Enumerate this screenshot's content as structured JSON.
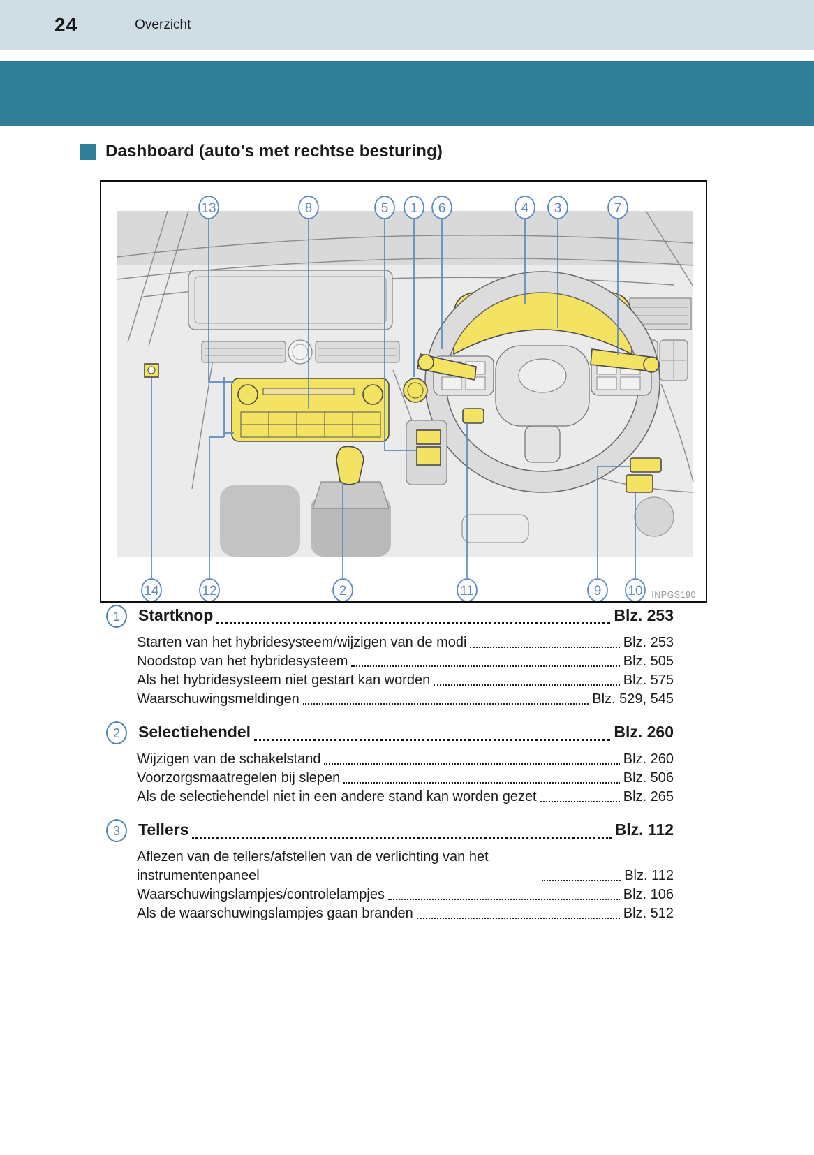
{
  "page": {
    "number": "24",
    "section": "Overzicht"
  },
  "heading": {
    "text": "Dashboard (auto's met rechtse besturing)"
  },
  "diagram": {
    "figure_code": "INPGS190",
    "callouts": [
      "13",
      "8",
      "5",
      "1",
      "6",
      "4",
      "3",
      "7",
      "14",
      "12",
      "2",
      "11",
      "9",
      "10"
    ]
  },
  "toc": [
    {
      "num": "1",
      "title": "Startknop",
      "page": "Blz. 253",
      "subitems": [
        {
          "text": "Starten van het hybridesysteem/wijzigen van de modi",
          "page": "Blz. 253"
        },
        {
          "text": "Noodstop van het hybridesysteem",
          "page": "Blz. 505"
        },
        {
          "text": "Als het hybridesysteem niet gestart kan worden",
          "page": "Blz. 575"
        },
        {
          "text": "Waarschuwingsmeldingen",
          "page": "Blz. 529, 545"
        }
      ]
    },
    {
      "num": "2",
      "title": "Selectiehendel",
      "page": "Blz. 260",
      "subitems": [
        {
          "text": "Wijzigen van de schakelstand",
          "page": "Blz. 260"
        },
        {
          "text": "Voorzorgsmaatregelen bij slepen",
          "page": "Blz. 506"
        },
        {
          "text": "Als de selectiehendel niet in een andere stand kan worden gezet",
          "page": "Blz. 265"
        }
      ]
    },
    {
      "num": "3",
      "title": "Tellers",
      "page": "Blz. 112",
      "subitems": [
        {
          "text": "Aflezen van de tellers/afstellen van de verlichting van het instrumentenpaneel",
          "page": "Blz. 112"
        },
        {
          "text": "Waarschuwingslampjes/controlelampjes",
          "page": "Blz. 106"
        },
        {
          "text": "Als de waarschuwingslampjes gaan branden",
          "page": "Blz. 512"
        }
      ]
    }
  ],
  "colors": {
    "accent_teal": "#2f7e96",
    "header_band": "#cfdde4",
    "callout_blue": "#5b8abf",
    "highlight_yellow": "#f4e263"
  }
}
